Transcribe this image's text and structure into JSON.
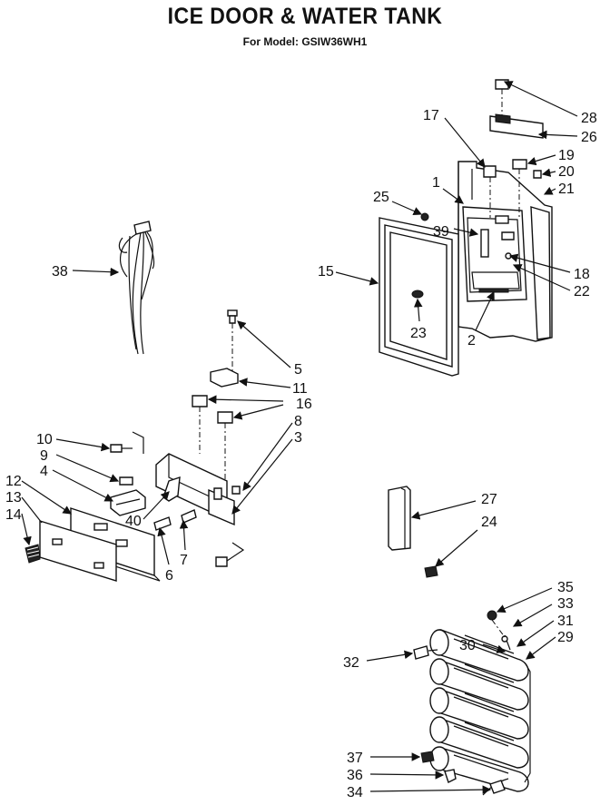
{
  "title": "ICE DOOR & WATER TANK",
  "subtitle": "For Model: GSIW36WH1",
  "callouts": [
    {
      "id": "n28",
      "label": "28"
    },
    {
      "id": "n26",
      "label": "26"
    },
    {
      "id": "n19",
      "label": "19"
    },
    {
      "id": "n20",
      "label": "20"
    },
    {
      "id": "n21",
      "label": "21"
    },
    {
      "id": "n17",
      "label": "17"
    },
    {
      "id": "n1",
      "label": "1"
    },
    {
      "id": "n25",
      "label": "25"
    },
    {
      "id": "n39",
      "label": "39"
    },
    {
      "id": "n15",
      "label": "15"
    },
    {
      "id": "n18",
      "label": "18"
    },
    {
      "id": "n22",
      "label": "22"
    },
    {
      "id": "n23",
      "label": "23"
    },
    {
      "id": "n2",
      "label": "2"
    },
    {
      "id": "n38",
      "label": "38"
    },
    {
      "id": "n5",
      "label": "5"
    },
    {
      "id": "n11",
      "label": "11"
    },
    {
      "id": "n16",
      "label": "16"
    },
    {
      "id": "n8",
      "label": "8"
    },
    {
      "id": "n3",
      "label": "3"
    },
    {
      "id": "n10",
      "label": "10"
    },
    {
      "id": "n9",
      "label": "9"
    },
    {
      "id": "n4",
      "label": "4"
    },
    {
      "id": "n12",
      "label": "12"
    },
    {
      "id": "n13",
      "label": "13"
    },
    {
      "id": "n14",
      "label": "14"
    },
    {
      "id": "n40",
      "label": "40"
    },
    {
      "id": "n7",
      "label": "7"
    },
    {
      "id": "n6",
      "label": "6"
    },
    {
      "id": "n27",
      "label": "27"
    },
    {
      "id": "n24",
      "label": "24"
    },
    {
      "id": "n35",
      "label": "35"
    },
    {
      "id": "n33",
      "label": "33"
    },
    {
      "id": "n31",
      "label": "31"
    },
    {
      "id": "n29",
      "label": "29"
    },
    {
      "id": "n30",
      "label": "30"
    },
    {
      "id": "n32",
      "label": "32"
    },
    {
      "id": "n37",
      "label": "37"
    },
    {
      "id": "n36",
      "label": "36"
    },
    {
      "id": "n34",
      "label": "34"
    }
  ]
}
